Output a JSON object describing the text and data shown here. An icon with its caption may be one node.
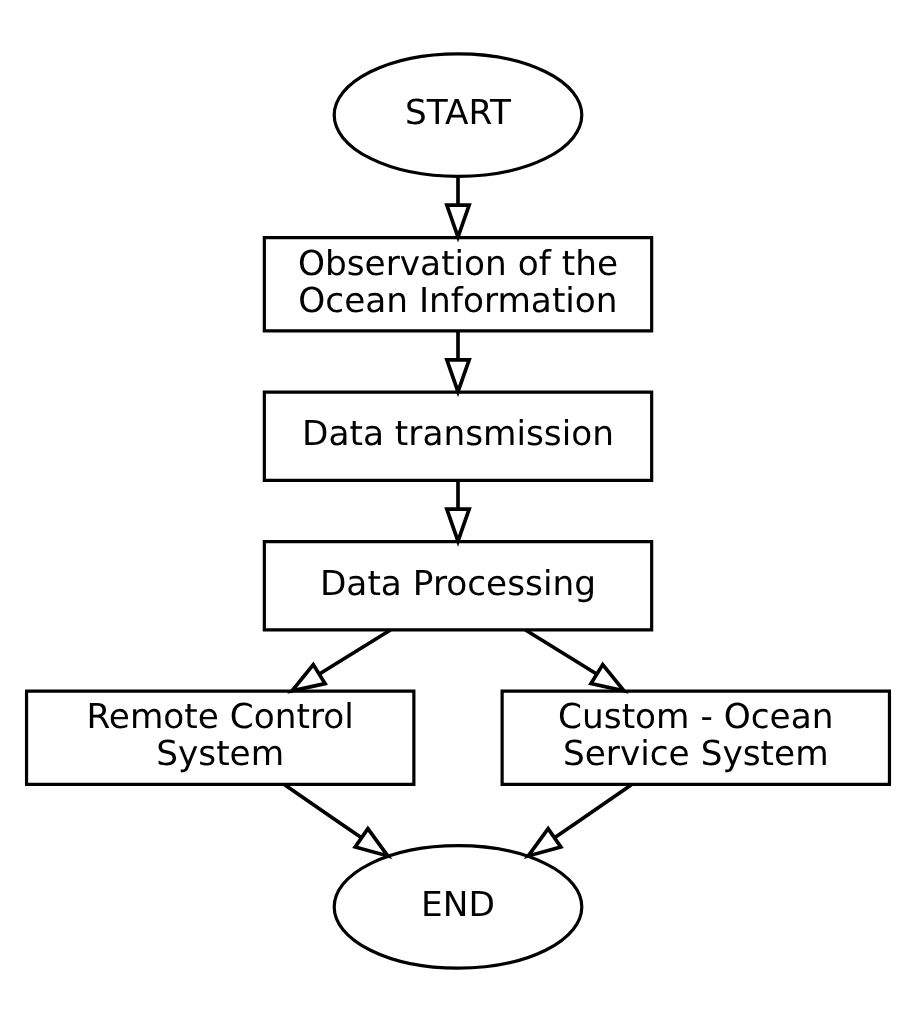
{
  "diagram": {
    "nodes": [
      {
        "text": [
          "START"
        ]
      },
      {
        "text": [
          "Observation of the Ocean Information"
        ]
      },
      {
        "text": [
          "Data transmission"
        ]
      },
      {
        "text": [
          "Data Processing"
        ]
      },
      {
        "text": [
          "Remote Control System"
        ]
      },
      {
        "text": [
          "Custom - Ocean Service System"
        ]
      },
      {
        "text": [
          "END"
        ]
      }
    ],
    "edges": [
      {
        "from": 0,
        "to": 1,
        "arrow": "to"
      },
      {
        "from": 1,
        "to": 2,
        "arrow": "to"
      },
      {
        "from": 2,
        "to": 3,
        "arrow": "to"
      },
      {
        "from": 3,
        "to": 4,
        "arrow": "to"
      },
      {
        "from": 3,
        "to": 5,
        "arrow": "to"
      },
      {
        "from": 4,
        "to": 6,
        "arrow": "to"
      },
      {
        "from": 5,
        "to": 6,
        "arrow": "to"
      }
    ]
  }
}
